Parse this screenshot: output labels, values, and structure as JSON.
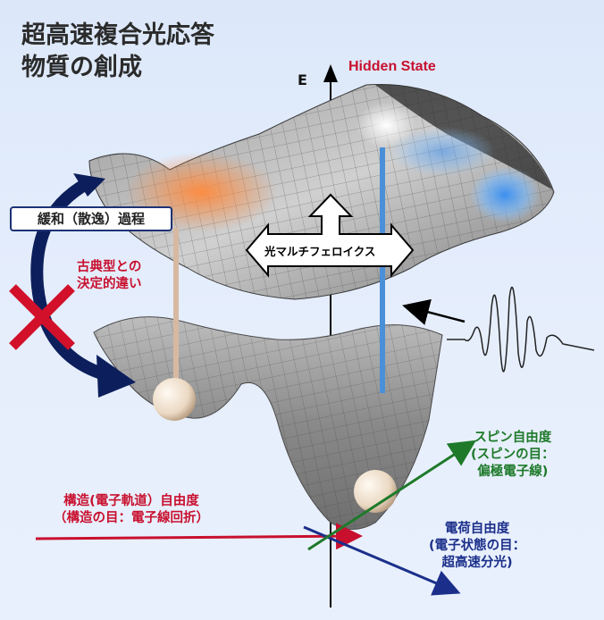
{
  "title": {
    "line1": "超高速複合光応答",
    "line2": "物質の創成"
  },
  "axis": {
    "energy_label": "E"
  },
  "hidden_state_label": "Hidden State",
  "relaxation_box": "緩和（散逸）過程",
  "classical_difference": {
    "line1": "古典型との",
    "line2": "決定的違い"
  },
  "multiferroics_label": "光マルチフェロイクス",
  "spin_axis": {
    "line1": "スピン自由度",
    "line2": "(スピンの目：",
    "line3": "偏極電子線)"
  },
  "structure_axis": {
    "line1": "構造(電子軌道）自由度",
    "line2": "（構造の目：電子線回折）"
  },
  "charge_axis": {
    "line1": "電荷自由度",
    "line2": "(電子状態の目：",
    "line3": "超高速分光)"
  },
  "colors": {
    "red": "#c8102e",
    "navy": "#1b2f8a",
    "green": "#1e7a2a",
    "light_blue": "#4a90d9"
  }
}
